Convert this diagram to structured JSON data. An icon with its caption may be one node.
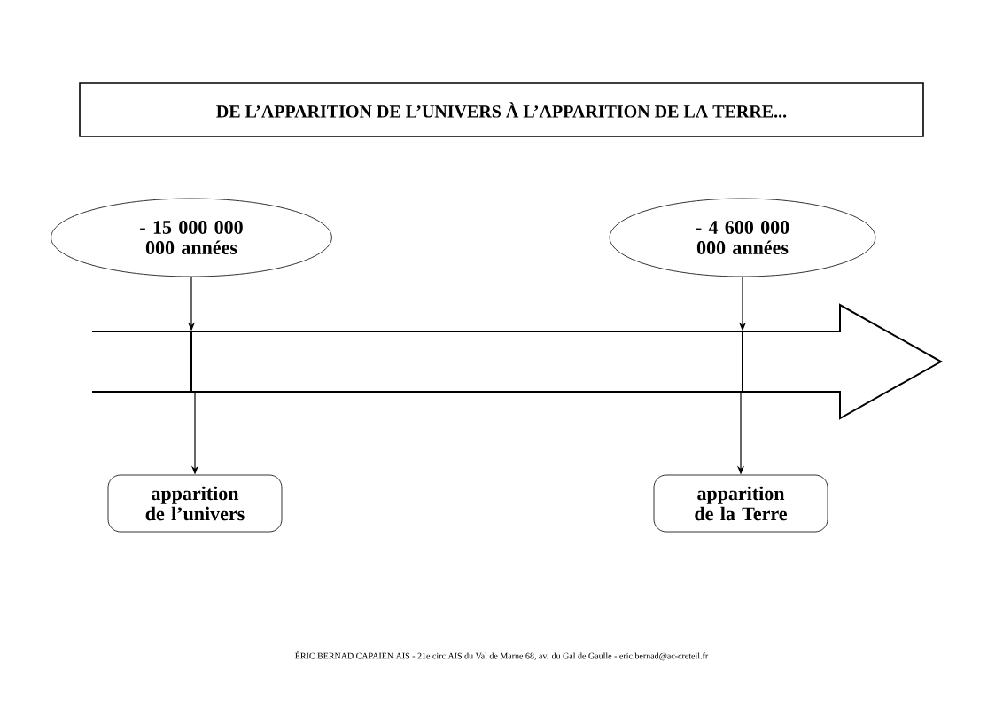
{
  "diagram": {
    "title": "DE L’APPARITION DE L’UNIVERS À L’APPARITION DE LA TERRE...",
    "nodes": [
      {
        "text": [
          "- 15 000 000 000 années"
        ]
      },
      {
        "text": [
          "- 4 600 000 000 années"
        ]
      },
      {
        "text": [],
        "shape": "arrow"
      },
      {
        "text": [
          "apparition de l’univers"
        ]
      },
      {
        "text": [
          "apparition de la Terre"
        ]
      }
    ],
    "edges": [
      {
        "from": 0,
        "to": 2,
        "arrow": "to"
      },
      {
        "from": 1,
        "to": 2,
        "arrow": "to"
      },
      {
        "from": 2,
        "to": 3,
        "arrow": "to"
      },
      {
        "from": 2,
        "to": 4,
        "arrow": "to"
      }
    ],
    "labels": [
      "ÉRIC BERNAD CAPAIEN AIS - 21e circ AIS du Val de Marne 68, av. du Gal de Gaulle - eric.bernad@ac-creteil.fr"
    ]
  }
}
